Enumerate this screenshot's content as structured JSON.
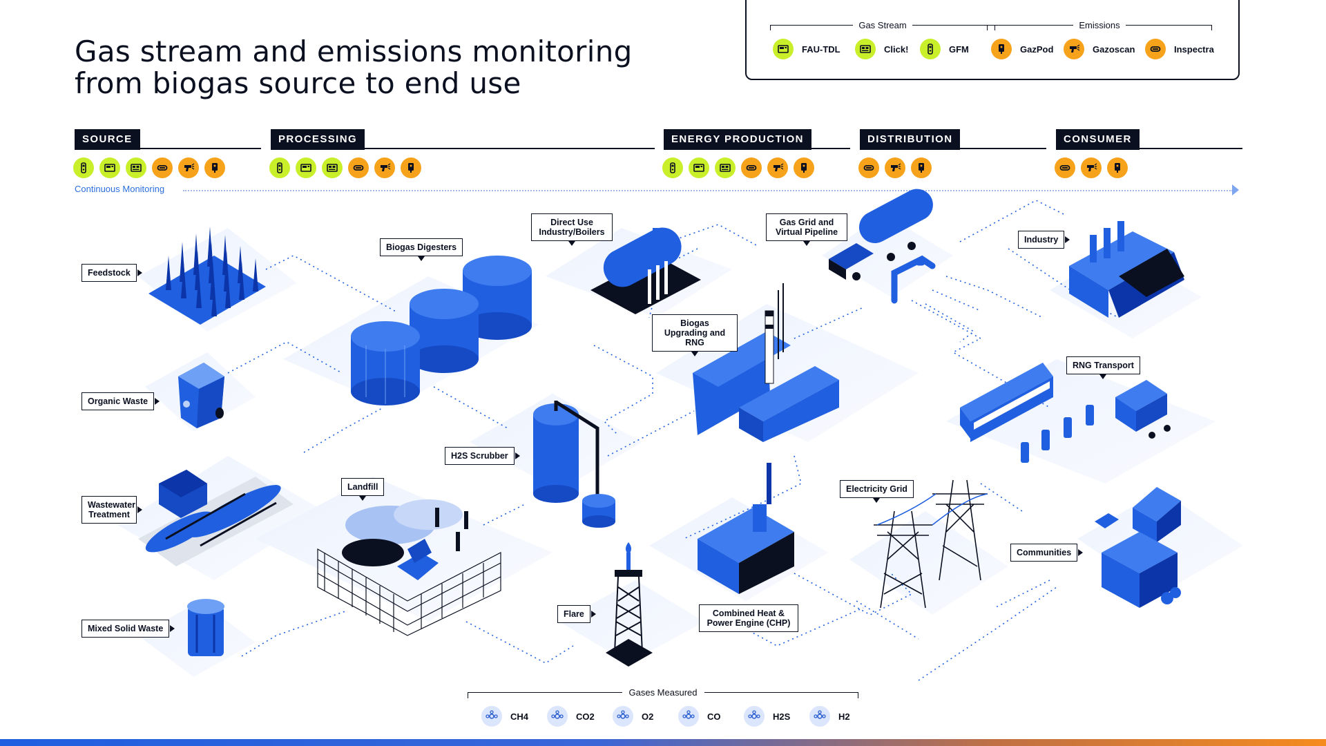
{
  "title": {
    "line1": "Gas stream and emissions monitoring",
    "line2": "from biogas source to end use"
  },
  "legend": {
    "gas_stream_heading": "Gas Stream",
    "emissions_heading": "Emissions",
    "gas_stream": [
      {
        "label": "FAU-TDL",
        "icon": "analyzer-icon",
        "color": "#c8ef2a"
      },
      {
        "label": "Click!",
        "icon": "analyzer-icon",
        "color": "#c8ef2a"
      },
      {
        "label": "GFM",
        "icon": "handheld-meter-icon",
        "color": "#c8ef2a"
      }
    ],
    "emissions": [
      {
        "label": "GazPod",
        "icon": "gas-detector-icon",
        "color": "#f7a21b"
      },
      {
        "label": "Gazoscan",
        "icon": "laser-gun-icon",
        "color": "#f7a21b"
      },
      {
        "label": "Inspectra",
        "icon": "leak-detector-icon",
        "color": "#f7a21b"
      }
    ]
  },
  "stages": [
    {
      "label": "SOURCE",
      "icons": [
        "G3",
        "G1",
        "G2",
        "O1",
        "O2",
        "O3"
      ]
    },
    {
      "label": "PROCESSING",
      "icons": [
        "G3",
        "G1",
        "G2",
        "O1",
        "O2",
        "O3"
      ]
    },
    {
      "label": "ENERGY PRODUCTION",
      "icons": [
        "G3",
        "G1",
        "G2",
        "O1",
        "O2",
        "O3"
      ]
    },
    {
      "label": "DISTRIBUTION",
      "icons": [
        "O1",
        "O2",
        "O3"
      ]
    },
    {
      "label": "CONSUMER",
      "icons": [
        "O1",
        "O2",
        "O3"
      ]
    }
  ],
  "continuous_monitoring": "Continuous Monitoring",
  "labels": {
    "feedstock": "Feedstock",
    "organic_waste": "Organic Waste",
    "wastewater": "Wastewater Treatment",
    "mixed_solid_waste": "Mixed Solid Waste",
    "biogas_digesters": "Biogas Digesters",
    "direct_use": "Direct Use Industry/Boilers",
    "landfill": "Landfill",
    "h2s_scrubber": "H2S Scrubber",
    "biogas_upgrading": "Biogas Upgrading and RNG",
    "flare": "Flare",
    "chp": "Combined Heat & Power Engine (CHP)",
    "gas_grid": "Gas Grid and Virtual Pipeline",
    "electricity_grid": "Electricity Grid",
    "industry": "Industry",
    "rng_transport": "RNG Transport",
    "communities": "Communities"
  },
  "gases": {
    "heading": "Gases Measured",
    "items": [
      {
        "label": "CH4",
        "icon": "ch4-molecule-icon"
      },
      {
        "label": "CO2",
        "icon": "co2-molecule-icon"
      },
      {
        "label": "O2",
        "icon": "o2-molecule-icon"
      },
      {
        "label": "CO",
        "icon": "co-molecule-icon"
      },
      {
        "label": "H2S",
        "icon": "h2s-molecule-icon"
      },
      {
        "label": "H2",
        "icon": "h2-molecule-icon"
      }
    ]
  },
  "colors": {
    "primary": "#1f5fe0",
    "dark": "#0b1020",
    "gas_stream": "#c8ef2a",
    "emissions": "#f7a21b",
    "accent_text": "#2b6fde"
  }
}
